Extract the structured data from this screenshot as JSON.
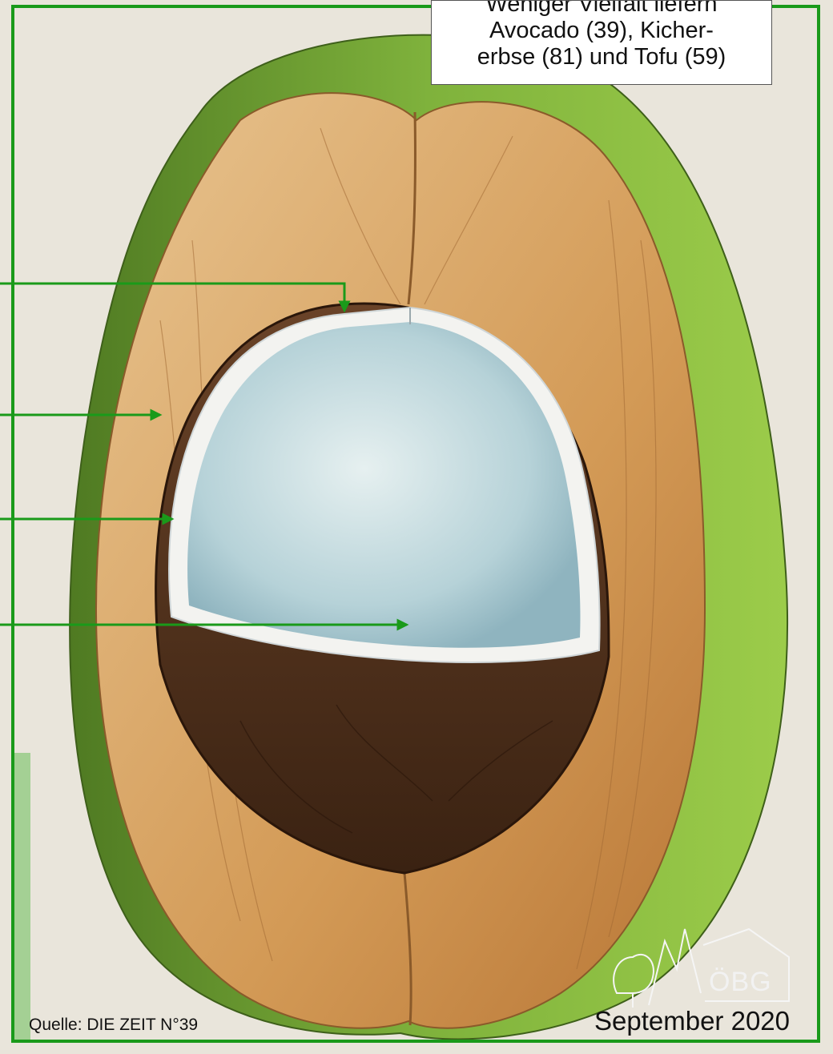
{
  "callout": {
    "lines": [
      "Weniger Vielfalt liefern",
      "Avocado (39), Kicher-",
      "erbse (81) und Tofu (59)"
    ]
  },
  "footer": {
    "source": "Quelle: DIE ZEIT N°39",
    "date": "September 2020"
  },
  "logo": {
    "text": "ÖBG"
  },
  "colors": {
    "frame": "#1a9a1a",
    "husk_green": "#6fa83a",
    "fiber": "#d29a5a",
    "shell": "#4a2c18",
    "meat": "#f4f4f4",
    "water": "#b8d4da"
  },
  "icons": [
    "pointer-arrow",
    "tree-logo-icon"
  ]
}
